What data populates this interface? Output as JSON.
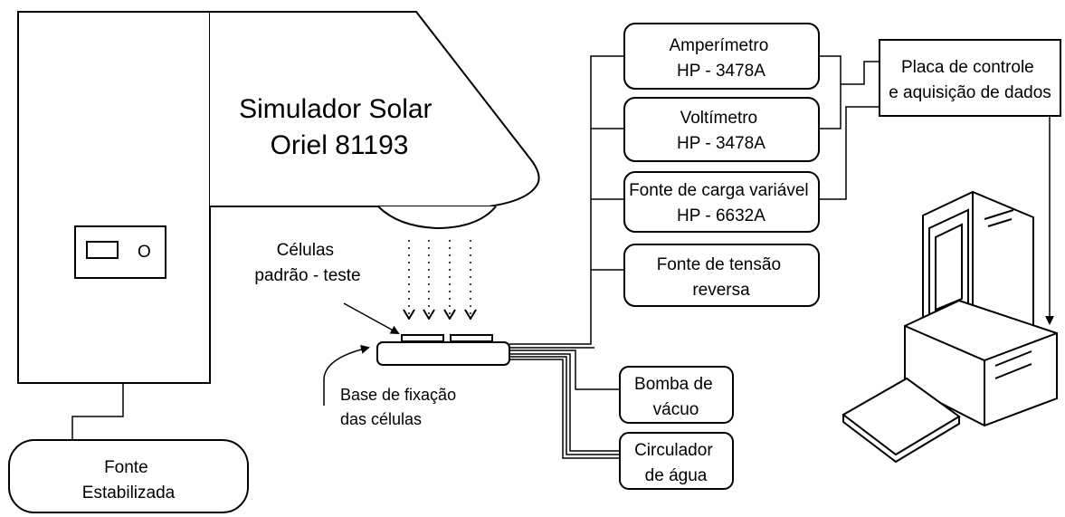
{
  "simulator": {
    "line1": "Simulador Solar",
    "line2": "Oriel 81193"
  },
  "cells_label": {
    "line1": "Células",
    "line2": "padrão - teste"
  },
  "base_label": {
    "line1": "Base de fixação",
    "line2": "das células"
  },
  "stabilized_source": {
    "line1": "Fonte",
    "line2": "Estabilizada"
  },
  "instruments": [
    {
      "line1": "Amperímetro",
      "line2": "HP - 3478A"
    },
    {
      "line1": "Voltímetro",
      "line2": "HP - 3478A"
    },
    {
      "line1": "Fonte de carga variável",
      "line2": "HP - 6632A"
    },
    {
      "line1": "Fonte de tensão",
      "line2": "reversa"
    }
  ],
  "control_board": {
    "line1": "Placa de controle",
    "line2": "e aquisição de dados"
  },
  "vacuum_pump": {
    "line1": "Bomba de",
    "line2": "vácuo"
  },
  "water_circulator": {
    "line1": "Circulador",
    "line2": "de água"
  },
  "control_knob_label": "O"
}
